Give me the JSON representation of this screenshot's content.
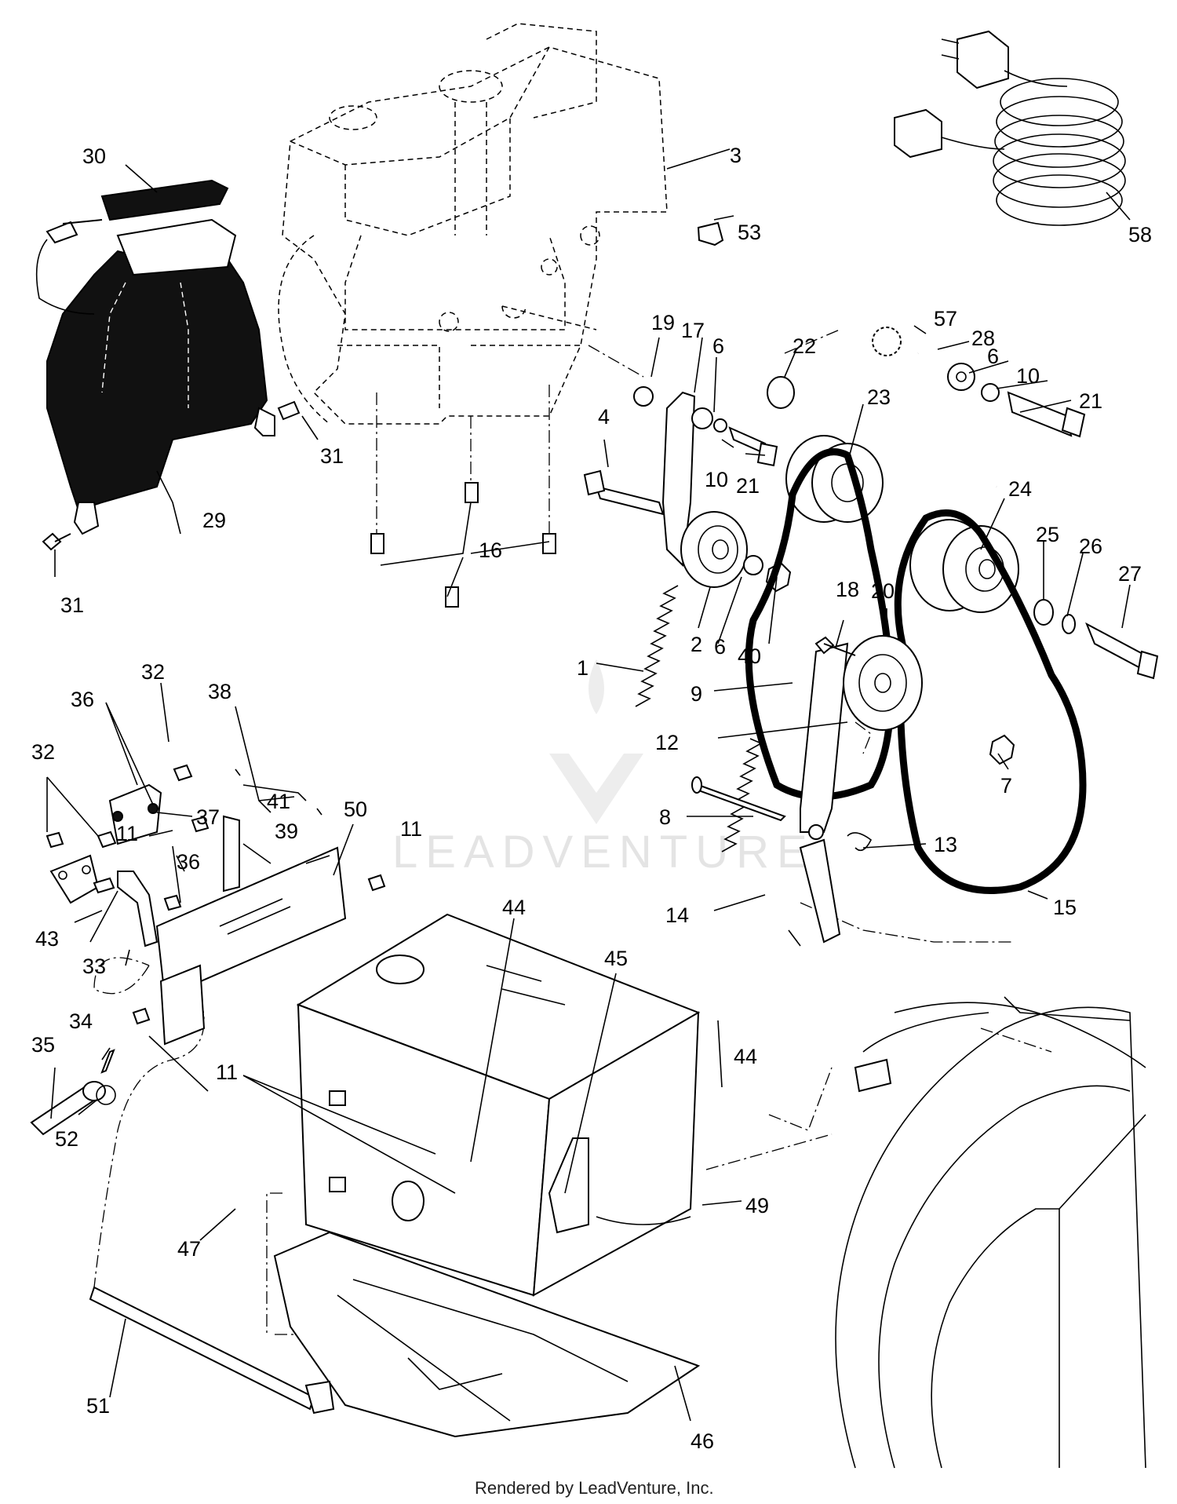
{
  "watermark": {
    "text": "LEADVENTURE"
  },
  "footer": {
    "text": "Rendered by LeadVenture, Inc."
  },
  "callouts": [
    {
      "id": "c1",
      "label": "1"
    },
    {
      "id": "c2",
      "label": "2"
    },
    {
      "id": "c3",
      "label": "3"
    },
    {
      "id": "c4",
      "label": "4"
    },
    {
      "id": "c6a",
      "label": "6"
    },
    {
      "id": "c6b",
      "label": "6"
    },
    {
      "id": "c6c",
      "label": "6"
    },
    {
      "id": "c7",
      "label": "7"
    },
    {
      "id": "c8",
      "label": "8"
    },
    {
      "id": "c9",
      "label": "9"
    },
    {
      "id": "c10a",
      "label": "10"
    },
    {
      "id": "c10b",
      "label": "10"
    },
    {
      "id": "c11a",
      "label": "11"
    },
    {
      "id": "c11b",
      "label": "11"
    },
    {
      "id": "c11c",
      "label": "11"
    },
    {
      "id": "c12",
      "label": "12"
    },
    {
      "id": "c13",
      "label": "13"
    },
    {
      "id": "c14",
      "label": "14"
    },
    {
      "id": "c15",
      "label": "15"
    },
    {
      "id": "c16",
      "label": "16"
    },
    {
      "id": "c17",
      "label": "17"
    },
    {
      "id": "c18",
      "label": "18"
    },
    {
      "id": "c19",
      "label": "19"
    },
    {
      "id": "c20",
      "label": "20"
    },
    {
      "id": "c21a",
      "label": "21"
    },
    {
      "id": "c21b",
      "label": "21"
    },
    {
      "id": "c22",
      "label": "22"
    },
    {
      "id": "c23",
      "label": "23"
    },
    {
      "id": "c24",
      "label": "24"
    },
    {
      "id": "c25",
      "label": "25"
    },
    {
      "id": "c26",
      "label": "26"
    },
    {
      "id": "c27",
      "label": "27"
    },
    {
      "id": "c28",
      "label": "28"
    },
    {
      "id": "c29",
      "label": "29"
    },
    {
      "id": "c30",
      "label": "30"
    },
    {
      "id": "c31a",
      "label": "31"
    },
    {
      "id": "c31b",
      "label": "31"
    },
    {
      "id": "c32a",
      "label": "32"
    },
    {
      "id": "c32b",
      "label": "32"
    },
    {
      "id": "c33",
      "label": "33"
    },
    {
      "id": "c34",
      "label": "34"
    },
    {
      "id": "c35",
      "label": "35"
    },
    {
      "id": "c36a",
      "label": "36"
    },
    {
      "id": "c36b",
      "label": "36"
    },
    {
      "id": "c37",
      "label": "37"
    },
    {
      "id": "c38",
      "label": "38"
    },
    {
      "id": "c39",
      "label": "39"
    },
    {
      "id": "c40",
      "label": "40"
    },
    {
      "id": "c41",
      "label": "41"
    },
    {
      "id": "c43",
      "label": "43"
    },
    {
      "id": "c44a",
      "label": "44"
    },
    {
      "id": "c44b",
      "label": "44"
    },
    {
      "id": "c45",
      "label": "45"
    },
    {
      "id": "c46",
      "label": "46"
    },
    {
      "id": "c47",
      "label": "47"
    },
    {
      "id": "c49",
      "label": "49"
    },
    {
      "id": "c50",
      "label": "50"
    },
    {
      "id": "c51",
      "label": "51"
    },
    {
      "id": "c52",
      "label": "52"
    },
    {
      "id": "c53",
      "label": "53"
    },
    {
      "id": "c57",
      "label": "57"
    },
    {
      "id": "c58",
      "label": "58"
    }
  ]
}
